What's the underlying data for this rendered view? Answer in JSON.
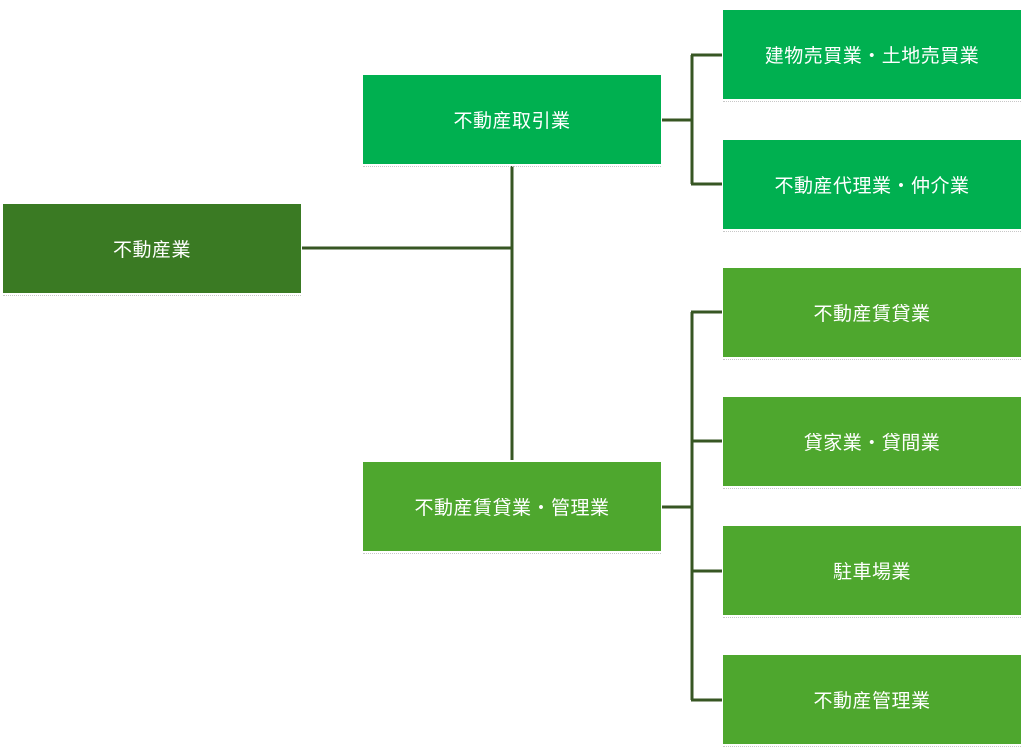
{
  "root": {
    "label": "不動産業",
    "color": "#3a7a23"
  },
  "branches": [
    {
      "label": "不動産取引業",
      "color": "#00b050",
      "children": [
        "建物売買業・土地売買業",
        "不動産代理業・仲介業"
      ]
    },
    {
      "label": "不動産賃貸業・管理業",
      "color": "#4ea72e",
      "children": [
        "不動産賃貸業",
        "貸家業・貸間業",
        "駐車場業",
        "不動産管理業"
      ]
    }
  ],
  "connector_color": "#375623"
}
